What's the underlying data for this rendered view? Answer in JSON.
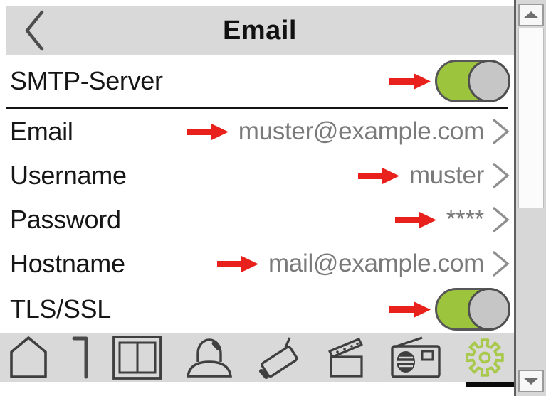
{
  "header": {
    "title": "Email"
  },
  "rows": {
    "smtp": {
      "label": "SMTP-Server",
      "enabled": true
    },
    "fields": [
      {
        "label": "Email",
        "value": "muster@example.com"
      },
      {
        "label": "Username",
        "value": "muster"
      },
      {
        "label": "Password",
        "value": "****"
      },
      {
        "label": "Hostname",
        "value": "mail@example.com"
      }
    ],
    "tls": {
      "label": "TLS/SSL",
      "enabled": true
    }
  },
  "toolbar": {
    "items": [
      {
        "icon": "home-icon",
        "active": false
      },
      {
        "icon": "hook-icon",
        "active": false
      },
      {
        "icon": "split-window-icon",
        "active": false
      },
      {
        "icon": "dome-camera-icon",
        "active": false
      },
      {
        "icon": "cctv-camera-icon",
        "active": false
      },
      {
        "icon": "clapperboard-icon",
        "active": false
      },
      {
        "icon": "radio-icon",
        "active": false
      },
      {
        "icon": "settings-gear-icon",
        "active": true
      }
    ]
  },
  "colors": {
    "toggle_green": "#9cc43c",
    "gear_green": "#a9c94c",
    "arrow_red": "#e9211c",
    "header_bg": "#d9d9d9"
  }
}
